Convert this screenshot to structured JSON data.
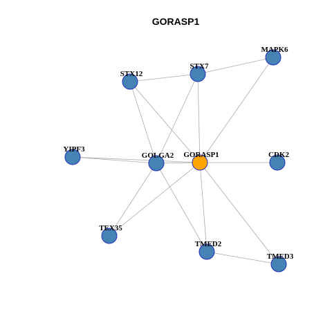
{
  "title": "GORASP1",
  "colors": {
    "center_node": "#FFA500",
    "neighbor_node": "#4682B4",
    "node_border": "#1F2FBF",
    "edge": "#AAAAAA"
  },
  "nodes": [
    {
      "id": "GORASP1",
      "label": "GORASP1",
      "center": true
    },
    {
      "id": "GOLGA2",
      "label": "GOLGA2"
    },
    {
      "id": "STX7",
      "label": "STX7"
    },
    {
      "id": "STX12",
      "label": "STX12"
    },
    {
      "id": "MAPK6",
      "label": "MAPK6"
    },
    {
      "id": "YIPF3",
      "label": "YIPF3"
    },
    {
      "id": "CDK2",
      "label": "CDK2"
    },
    {
      "id": "TEX35",
      "label": "TEX35"
    },
    {
      "id": "TMED2",
      "label": "TMED2"
    },
    {
      "id": "TMED3",
      "label": "TMED3"
    }
  ],
  "edges": [
    [
      "STX12",
      "STX7"
    ],
    [
      "STX7",
      "MAPK6"
    ],
    [
      "STX12",
      "GOLGA2"
    ],
    [
      "STX12",
      "GORASP1"
    ],
    [
      "STX7",
      "GOLGA2"
    ],
    [
      "STX7",
      "GORASP1"
    ],
    [
      "MAPK6",
      "GORASP1"
    ],
    [
      "YIPF3",
      "GOLGA2"
    ],
    [
      "YIPF3",
      "GORASP1"
    ],
    [
      "GOLGA2",
      "GORASP1"
    ],
    [
      "GORASP1",
      "CDK2"
    ],
    [
      "GOLGA2",
      "TEX35"
    ],
    [
      "GORASP1",
      "TEX35"
    ],
    [
      "GOLGA2",
      "TMED2"
    ],
    [
      "GORASP1",
      "TMED2"
    ],
    [
      "GORASP1",
      "TMED3"
    ],
    [
      "TMED2",
      "TMED3"
    ]
  ]
}
